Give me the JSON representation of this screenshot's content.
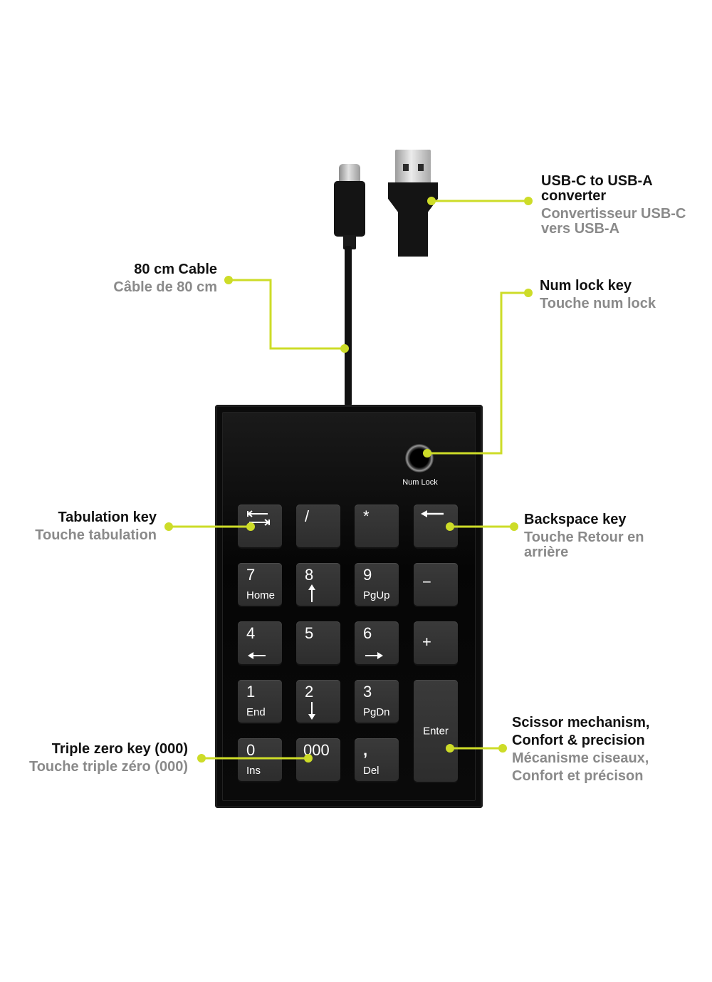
{
  "accent_color": "#cddc28",
  "callouts": {
    "usb_converter": {
      "en": "USB-C to USB-A converter",
      "fr": "Convertisseur USB-C vers USB-A"
    },
    "cable": {
      "en": "80 cm Cable",
      "fr": "Câble de 80 cm"
    },
    "num_lock": {
      "en": "Num lock key",
      "fr": "Touche num lock"
    },
    "tab": {
      "en": "Tabulation key",
      "fr": "Touche tabulation"
    },
    "backspace": {
      "en": "Backspace key",
      "fr": "Touche Retour en arrière"
    },
    "scissor": {
      "en": "Scissor mechanism, Confort & precision",
      "fr": "Mécanisme ciseaux, Confort et précison"
    },
    "triple_zero": {
      "en": "Triple zero key (000)",
      "fr": "Touche triple zéro (000)"
    }
  },
  "keypad": {
    "num_lock_label": "Num Lock",
    "keys": {
      "tab": {
        "icon": "tab-icon"
      },
      "slash": {
        "main": "/"
      },
      "star": {
        "main": "*"
      },
      "backspace": {
        "icon": "backspace-arrow-icon"
      },
      "k7": {
        "main": "7",
        "sub": "Home"
      },
      "k8": {
        "main": "8",
        "icon": "up-arrow-icon"
      },
      "k9": {
        "main": "9",
        "sub": "PgUp"
      },
      "minus": {
        "main": "−"
      },
      "k4": {
        "main": "4",
        "icon": "left-arrow-icon"
      },
      "k5": {
        "main": "5"
      },
      "k6": {
        "main": "6",
        "icon": "right-arrow-icon"
      },
      "plus": {
        "main": "+"
      },
      "k1": {
        "main": "1",
        "sub": "End"
      },
      "k2": {
        "main": "2",
        "icon": "down-arrow-icon"
      },
      "k3": {
        "main": "3",
        "sub": "PgDn"
      },
      "enter": {
        "main": "Enter"
      },
      "k0": {
        "main": "0",
        "sub": "Ins"
      },
      "k000": {
        "main": "000"
      },
      "comma": {
        "main": ",",
        "sub": "Del"
      }
    }
  }
}
